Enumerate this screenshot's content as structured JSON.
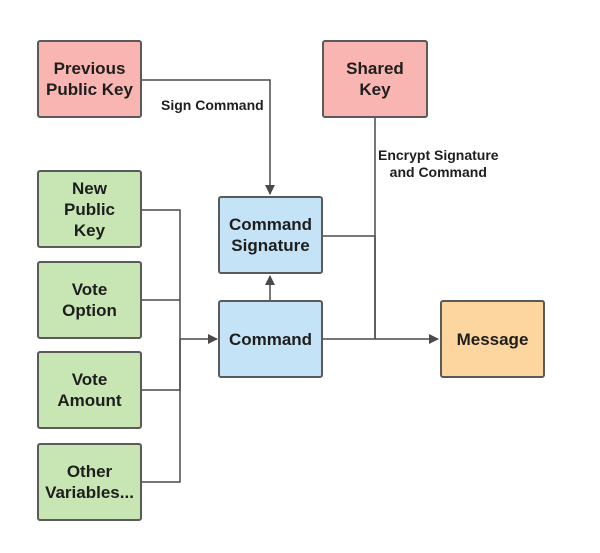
{
  "colors": {
    "key_fill": "#f8b5b1",
    "input_fill": "#c7e6b3",
    "process_fill": "#c5e3f6",
    "output_fill": "#fdd59e",
    "border": "#5a5a5a",
    "line": "#4a4a4a"
  },
  "nodes": {
    "previous_public_key": "Previous Public Key",
    "shared_key": "Shared Key",
    "new_public_key": "New Public Key",
    "vote_option": "Vote Option",
    "vote_amount": "Vote Amount",
    "other_variables": "Other Variables...",
    "command_signature": "Command Signature",
    "command": "Command",
    "message": "Message"
  },
  "edge_labels": {
    "sign_command": "Sign Command",
    "encrypt_line1": "Encrypt Signature",
    "encrypt_line2": "and Command"
  }
}
